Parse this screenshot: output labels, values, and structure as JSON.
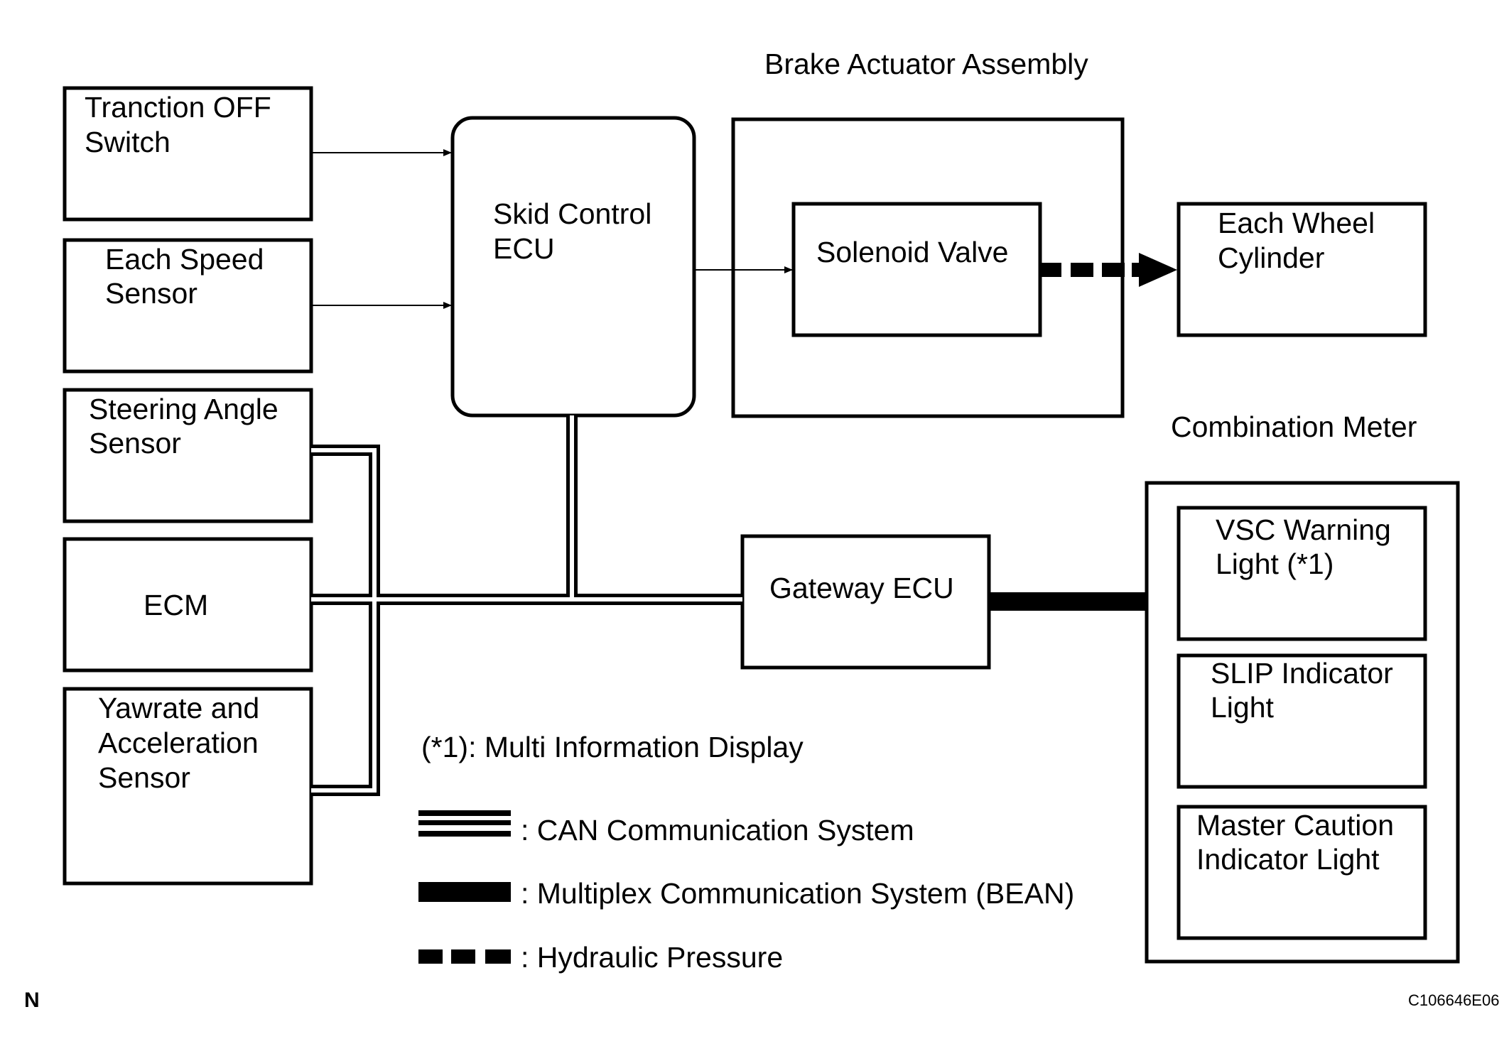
{
  "labels": {
    "traction_off_switch": [
      "Tranction OFF",
      "Switch"
    ],
    "speed_sensor": [
      "Each Speed",
      "Sensor"
    ],
    "steering_angle_sensor": [
      "Steering Angle",
      "Sensor"
    ],
    "ecm": [
      "ECM"
    ],
    "yawrate_sensor": [
      "Yawrate and",
      "Acceleration",
      "Sensor"
    ],
    "skid_control_ecu": [
      "Skid Control",
      "ECU"
    ],
    "brake_actuator_assembly": [
      "Brake Actuator Assembly"
    ],
    "solenoid_valve": [
      "Solenoid Valve"
    ],
    "wheel_cylinder": [
      "Each Wheel",
      "Cylinder"
    ],
    "gateway_ecu": [
      "Gateway ECU"
    ],
    "combination_meter": [
      "Combination Meter"
    ],
    "vsc_warning_light": [
      "VSC Warning",
      "Light (*1)"
    ],
    "slip_indicator_light": [
      "SLIP Indicator",
      "Light"
    ],
    "master_caution_light": [
      "Master Caution",
      "Indicator Light"
    ]
  },
  "note": "(*1): Multi Information Display",
  "legend": {
    "can": ": CAN Communication System",
    "bean": ": Multiplex Communication System (BEAN)",
    "hydraulic": ": Hydraulic Pressure"
  },
  "corner_mark": "N",
  "figure_code": "C106646E06"
}
